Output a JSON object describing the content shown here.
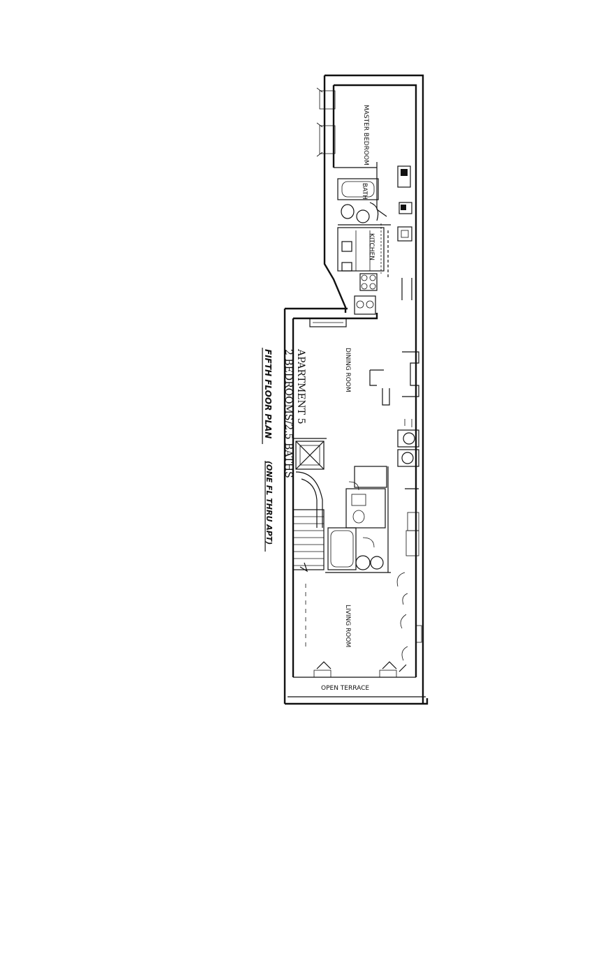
{
  "caption": {
    "line1": "APARTMENT 5",
    "line2": "2 BEDROOMS/2.5 BATHS"
  },
  "handwritten": {
    "title": "FIFTH FLOOR PLAN",
    "note": "(ONE FL THRU APT)"
  },
  "rooms": {
    "master_bedroom": "MASTER BEDROOM",
    "dining_room": "DINING ROOM",
    "kitchen": "KITCHEN",
    "living_room": "LIVING ROOM",
    "bath": "BATH",
    "open_terrace": "OPEN TERRACE"
  }
}
